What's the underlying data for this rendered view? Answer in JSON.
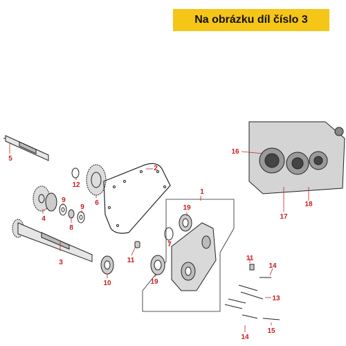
{
  "banner": {
    "text": "Na obrázku díl číslo 3"
  },
  "colors": {
    "banner_bg": "#f5c518",
    "callout": "#cc1b1b",
    "line": "#222222",
    "part_fill": "#d9d9d9"
  },
  "callouts": [
    {
      "id": "1",
      "label": "1"
    },
    {
      "id": "2",
      "label": "2"
    },
    {
      "id": "3",
      "label": "3"
    },
    {
      "id": "4",
      "label": "4"
    },
    {
      "id": "5",
      "label": "5"
    },
    {
      "id": "6",
      "label": "6"
    },
    {
      "id": "7",
      "label": "7"
    },
    {
      "id": "8",
      "label": "8"
    },
    {
      "id": "9a",
      "label": "9"
    },
    {
      "id": "9b",
      "label": "9"
    },
    {
      "id": "10",
      "label": "10"
    },
    {
      "id": "11a",
      "label": "11"
    },
    {
      "id": "11b",
      "label": "11"
    },
    {
      "id": "12",
      "label": "12"
    },
    {
      "id": "13",
      "label": "13"
    },
    {
      "id": "14a",
      "label": "14"
    },
    {
      "id": "14b",
      "label": "14"
    },
    {
      "id": "15",
      "label": "15"
    },
    {
      "id": "16",
      "label": "16"
    },
    {
      "id": "17",
      "label": "17"
    },
    {
      "id": "18",
      "label": "18"
    },
    {
      "id": "19a",
      "label": "19"
    },
    {
      "id": "19b",
      "label": "19"
    }
  ]
}
